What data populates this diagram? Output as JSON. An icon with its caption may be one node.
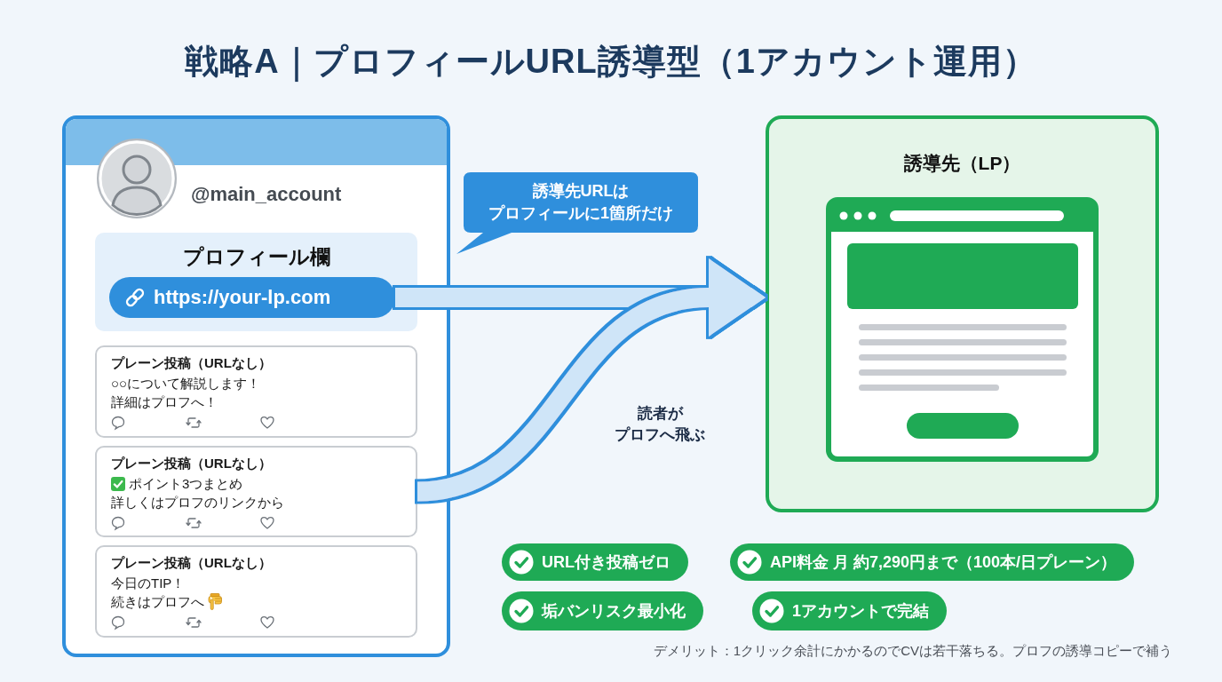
{
  "diagram": {
    "title": "戦略A｜プロフィールURL誘導型（1アカウント運用）",
    "nodes": [
      {
        "text": [
          "@main_account"
        ]
      },
      {
        "text": [
          "プロフィール欄"
        ],
        "in": 0
      },
      {
        "text": [
          "https://your-lp.com"
        ],
        "in": 1
      },
      {
        "text": [
          "誘導先URLはプロフィールに1箇所だけ"
        ]
      },
      {
        "text": [
          "プレーン投稿（URLなし）",
          "○○について解説します！",
          "詳細はプロフへ！"
        ],
        "in": 0
      },
      {
        "text": [
          "プレーン投稿（URLなし）",
          "ポイント3つまとめ",
          "詳しくはプロフのリンクから"
        ],
        "in": 0
      },
      {
        "text": [
          "プレーン投稿（URLなし）",
          "今日のTIP！",
          "続きはプロフへ"
        ],
        "in": 0
      },
      {
        "text": [
          "誘導先（LP）"
        ]
      },
      {
        "text": [
          "URL付き投稿ゼロ"
        ]
      },
      {
        "text": [
          "API料金 月 約7,290円まで（100本/日プレーン）"
        ]
      },
      {
        "text": [
          "垢バンリスク最小化"
        ]
      },
      {
        "text": [
          "1アカウントで完結"
        ]
      }
    ],
    "edges": [
      {
        "from": 2,
        "to": 7,
        "arrow": "to"
      },
      {
        "from": 5,
        "to": 7,
        "arrow": "to",
        "label": "読者がプロフへ飛ぶ"
      }
    ],
    "labels": [
      "デメリット：1クリック余計にかかるのでCVは若干落ちる。プロフの誘導コピーで補う"
    ]
  }
}
